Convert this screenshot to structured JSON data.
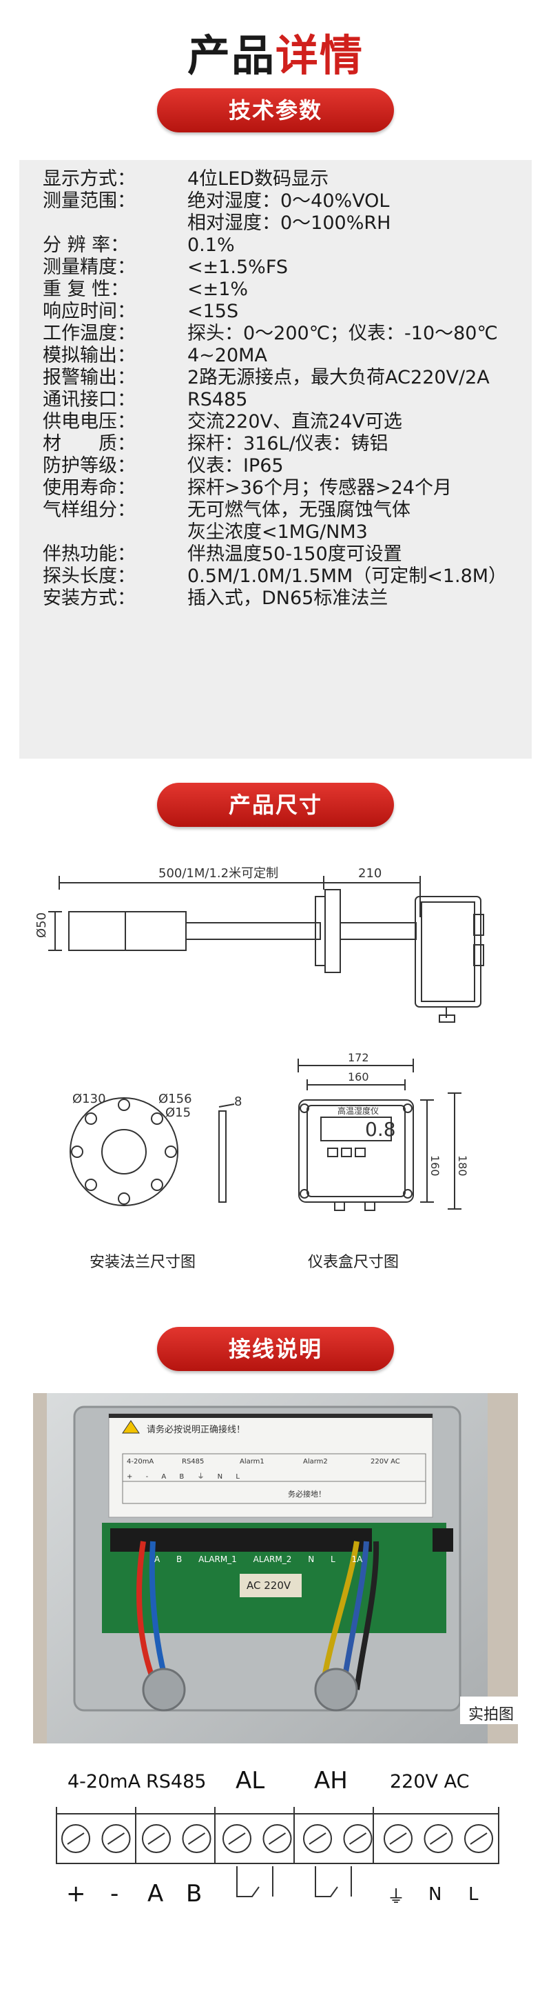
{
  "header": {
    "title_black": "产品",
    "title_red": "详情"
  },
  "sections": {
    "tech": "技术参数",
    "size": "产品尺寸",
    "wiring": "接线说明"
  },
  "specs": [
    {
      "label": "显示方式：",
      "value": "4位LED数码显示"
    },
    {
      "label": "测量范围：",
      "value": "绝对湿度：0～40%VOL",
      "value2": "相对湿度：0～100%RH"
    },
    {
      "label": "分 辨 率：",
      "value": "0.1%"
    },
    {
      "label": "测量精度：",
      "value": "<±1.5%FS"
    },
    {
      "label": "重 复 性：",
      "value": "<±1%"
    },
    {
      "label": "响应时间：",
      "value": "<15S"
    },
    {
      "label": "工作温度：",
      "value": "探头：0～200℃；仪表：-10～80℃"
    },
    {
      "label": "模拟输出：",
      "value": "4~20MA"
    },
    {
      "label": "报警输出：",
      "value": "2路无源接点，最大负荷AC220V/2A"
    },
    {
      "label": "通讯接口：",
      "value": "RS485"
    },
    {
      "label": "供电电压：",
      "value": "交流220V、直流24V可选"
    },
    {
      "label": "材　　质：",
      "value": "探杆：316L/仪表：铸铝"
    },
    {
      "label": "防护等级：",
      "value": "仪表：IP65"
    },
    {
      "label": "使用寿命：",
      "value": "探杆>36个月；传感器>24个月"
    },
    {
      "label": "气样组分：",
      "value": "无可燃气体，无强腐蚀气体",
      "value2": "灰尘浓度<1MG/NM3"
    },
    {
      "label": "伴热功能：",
      "value": "伴热温度50-150度可设置"
    },
    {
      "label": "探头长度：",
      "value": "0.5M/1.0M/1.5MM（可定制<1.8M）"
    },
    {
      "label": "安装方式：",
      "value": "插入式，DN65标准法兰"
    }
  ],
  "drawing": {
    "probe_length": "500/1M/1.2米可定制",
    "box_depth": "210",
    "probe_dia": "Ø50",
    "flange_d1": "Ø130",
    "flange_d2": "Ø156",
    "flange_hole": "Ø15",
    "flange_thk": "8",
    "box_w1": "172",
    "box_w2": "160",
    "box_h1": "180",
    "box_h2": "160",
    "meter_title": "高温湿度仪",
    "meter_reading": "0.8",
    "caption_flange": "安装法兰尺寸图",
    "caption_box": "仪表盒尺寸图"
  },
  "photo": {
    "warning": "请务必按说明正确接线！",
    "sticker_cols": [
      "4-20mA",
      "RS485",
      "Alarm1",
      "Alarm2",
      "220V AC"
    ],
    "sticker_signs": [
      "+",
      "-",
      "A",
      "B",
      "",
      "",
      "",
      "",
      "⏚",
      "N",
      "L"
    ],
    "sticker_note": "务必接地！",
    "board_labels": [
      "A",
      "B",
      "ALARM_1",
      "ALARM_2",
      "N",
      "L",
      "1A"
    ],
    "relay_label": "AC 220V",
    "tag": "实拍图"
  },
  "terminal": {
    "groups": [
      "4-20mA",
      "RS485",
      "AL",
      "AH",
      "220V AC"
    ],
    "bottom": [
      "+",
      "-",
      "A",
      "B",
      "⏚",
      "N",
      "L"
    ]
  }
}
